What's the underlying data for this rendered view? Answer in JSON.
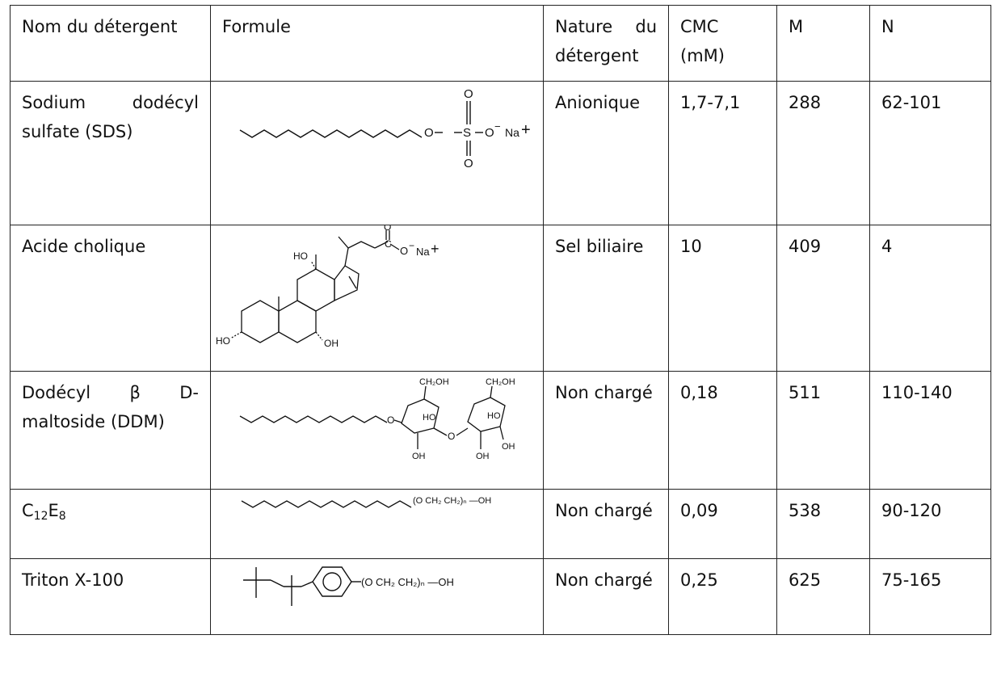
{
  "headers": {
    "name": "Nom du détergent",
    "formula": "Formule",
    "nature": "Nature du détergent",
    "cmc": "CMC (mM)",
    "m": "M",
    "n": "N"
  },
  "rows": [
    {
      "name": "Sodium dodécyl sulfate (SDS)",
      "nature": "Anionique",
      "cmc": "1,7-7,1",
      "m": "288",
      "n": "62-101"
    },
    {
      "name": "Acide cholique",
      "nature": "Sel biliaire",
      "cmc": "10",
      "m": "409",
      "n": "4"
    },
    {
      "name": "Dodécyl β D-maltoside (DDM)",
      "nature": "Non chargé",
      "cmc": "0,18",
      "m": "511",
      "n": "110-140"
    },
    {
      "name_base": "C",
      "name_sub1": "12",
      "name_mid": "E",
      "name_sub2": "8",
      "nature": "Non chargé",
      "cmc": "0,09",
      "m": "538",
      "n": "90-120"
    },
    {
      "name": "Triton X-100",
      "nature": "Non chargé",
      "cmc": "0,25",
      "m": "625",
      "n": "75-165"
    }
  ],
  "formula_labels": {
    "sds": {
      "o1": "O",
      "s": "S",
      "o_top": "O",
      "o_bot": "O",
      "o_minus": "O",
      "minus": "−",
      "na": "Na",
      "plus": "+"
    },
    "cholic": {
      "o_top": "O",
      "c": "C",
      "o_minus": "O",
      "minus": "−",
      "na": "Na",
      "plus": "+",
      "ho_top": "HO",
      "ho_left": "HO",
      "oh_bottom": "OH"
    },
    "ddm": {
      "o_link": "O",
      "ch2oh_1": "CH₂OH",
      "ch2oh_2": "CH₂OH",
      "ho_1": "HO",
      "ho_2": "HO",
      "oh_1": "OH",
      "oh_2": "OH",
      "oh_3": "OH",
      "o_bridge": "O"
    },
    "c12e8": {
      "chain": "(O CH₂ CH₂)ₙ —OH"
    },
    "triton": {
      "chain": "(O CH₂ CH₂)ₙ —OH"
    }
  }
}
